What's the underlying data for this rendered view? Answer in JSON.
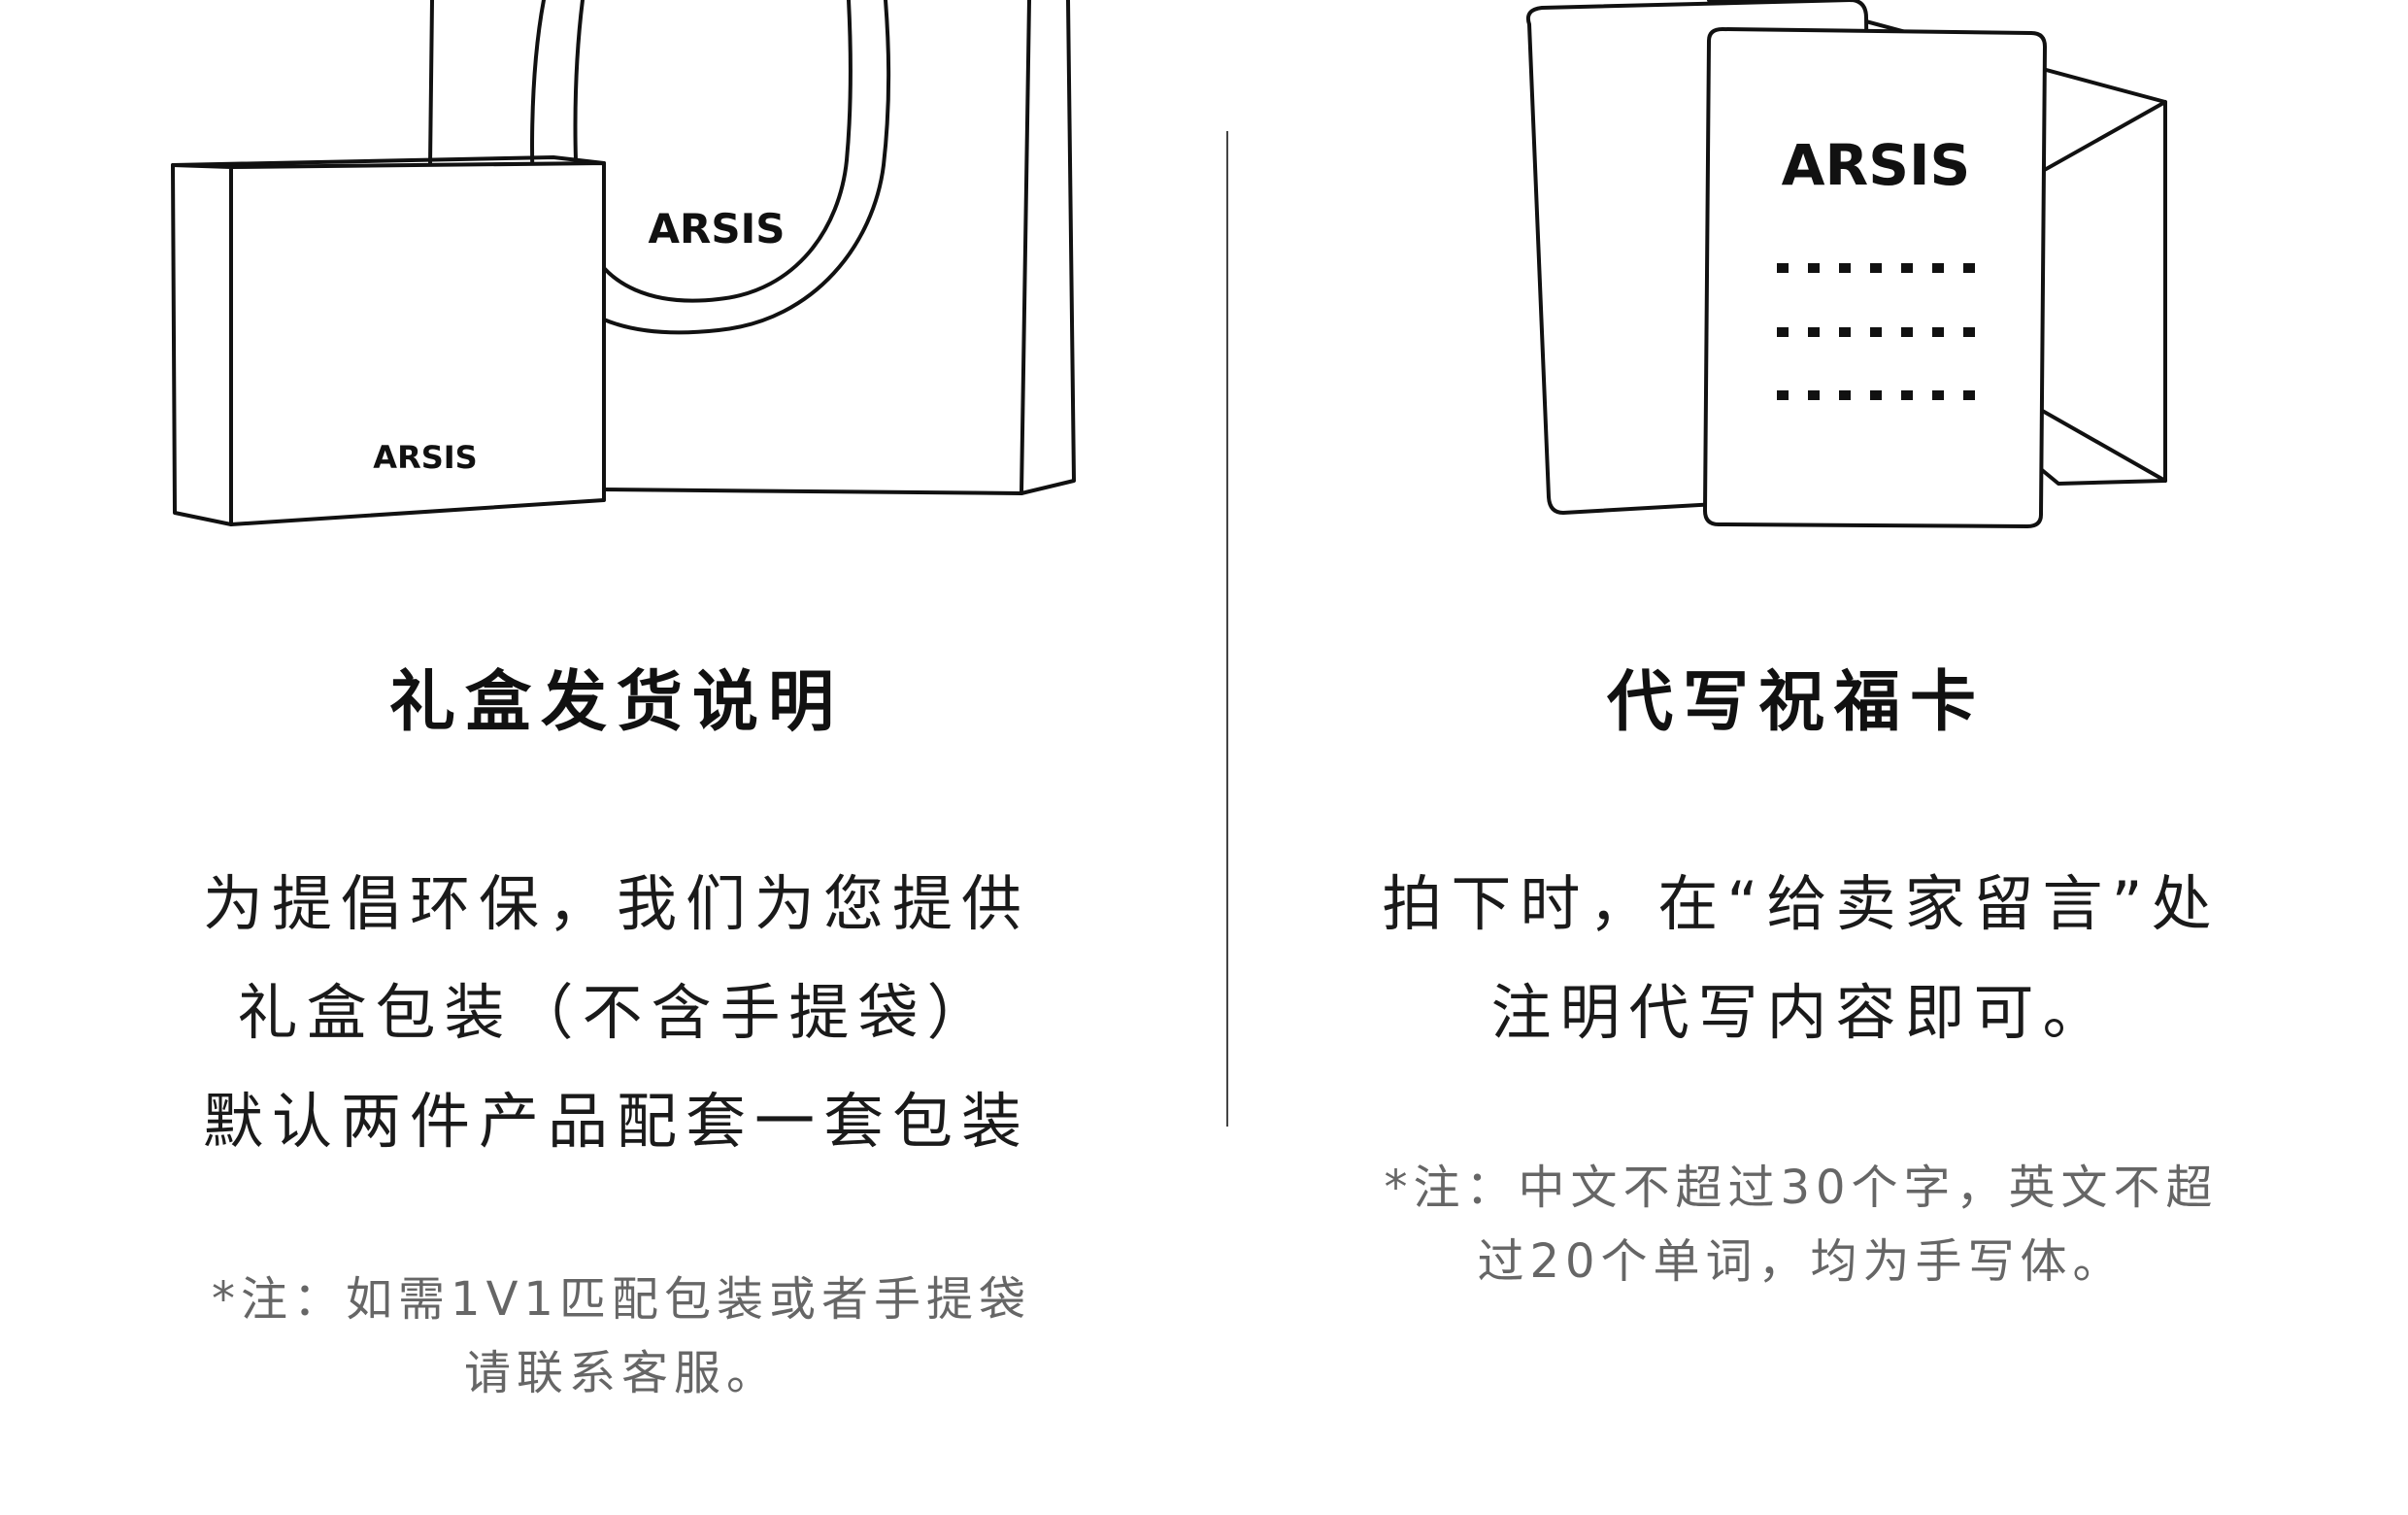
{
  "brand": "ARSIS",
  "gift_box": {
    "title": "礼盒发货说明",
    "body_lines": [
      "为提倡环保，我们为您提供",
      "礼盒包装（不含手提袋）",
      "默认两件产品配套一套包装"
    ],
    "note_lines": [
      "*注：如需1V1匹配包装或者手提袋",
      "请联系客服。"
    ]
  },
  "greeting_card": {
    "title": "代写祝福卡",
    "body_lines": [
      "拍下时，在“给卖家留言”处",
      "注明代写内容即可。"
    ],
    "note_lines": [
      "*注：中文不超过30个字，英文不超",
      "过20个单词，均为手写体。"
    ]
  },
  "colors": {
    "text": "#111111",
    "note": "#666666",
    "divider": "#444444"
  },
  "icons": [
    "gift-box-icon",
    "shopping-bag-icon",
    "greeting-card-icon",
    "envelope-icon"
  ]
}
